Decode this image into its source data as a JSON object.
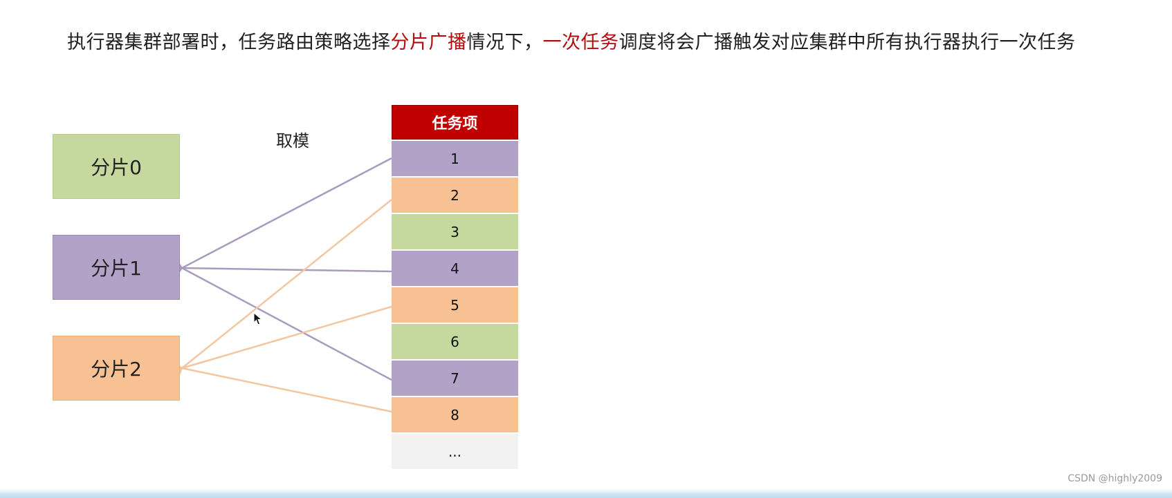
{
  "headline": {
    "part1": "执行器集群部署时，任务路由策略选择",
    "highlight1": "分片广播",
    "part2": "情况下，",
    "highlight2": "一次任务",
    "part3": "调度将会广播触发对应集群中所有执行器执行一次任务"
  },
  "shards": [
    {
      "label": "分片0",
      "color": "#c5d99f"
    },
    {
      "label": "分片1",
      "color": "#b3a2c8"
    },
    {
      "label": "分片2",
      "color": "#f8c193"
    }
  ],
  "mod_label": "取模",
  "task_table": {
    "header": "任务项",
    "header_color": "#c00000",
    "rows": [
      {
        "label": "1",
        "color": "#b3a2c8"
      },
      {
        "label": "2",
        "color": "#f8c193"
      },
      {
        "label": "3",
        "color": "#c5d99f"
      },
      {
        "label": "4",
        "color": "#b3a2c8"
      },
      {
        "label": "5",
        "color": "#f8c193"
      },
      {
        "label": "6",
        "color": "#c5d99f"
      },
      {
        "label": "7",
        "color": "#b3a2c8"
      },
      {
        "label": "8",
        "color": "#f8c193"
      },
      {
        "label": "...",
        "color": "#f2f2f2"
      }
    ]
  },
  "links": [
    {
      "from": "1",
      "to": "分片1",
      "color": "#a99bbf"
    },
    {
      "from": "4",
      "to": "分片1",
      "color": "#a99bbf"
    },
    {
      "from": "7",
      "to": "分片1",
      "color": "#a99bbf"
    },
    {
      "from": "2",
      "to": "分片2",
      "color": "#f3c6a0"
    },
    {
      "from": "5",
      "to": "分片2",
      "color": "#f3c6a0"
    },
    {
      "from": "8",
      "to": "分片2",
      "color": "#f3c6a0"
    }
  ],
  "watermark": "CSDN @highly2009"
}
